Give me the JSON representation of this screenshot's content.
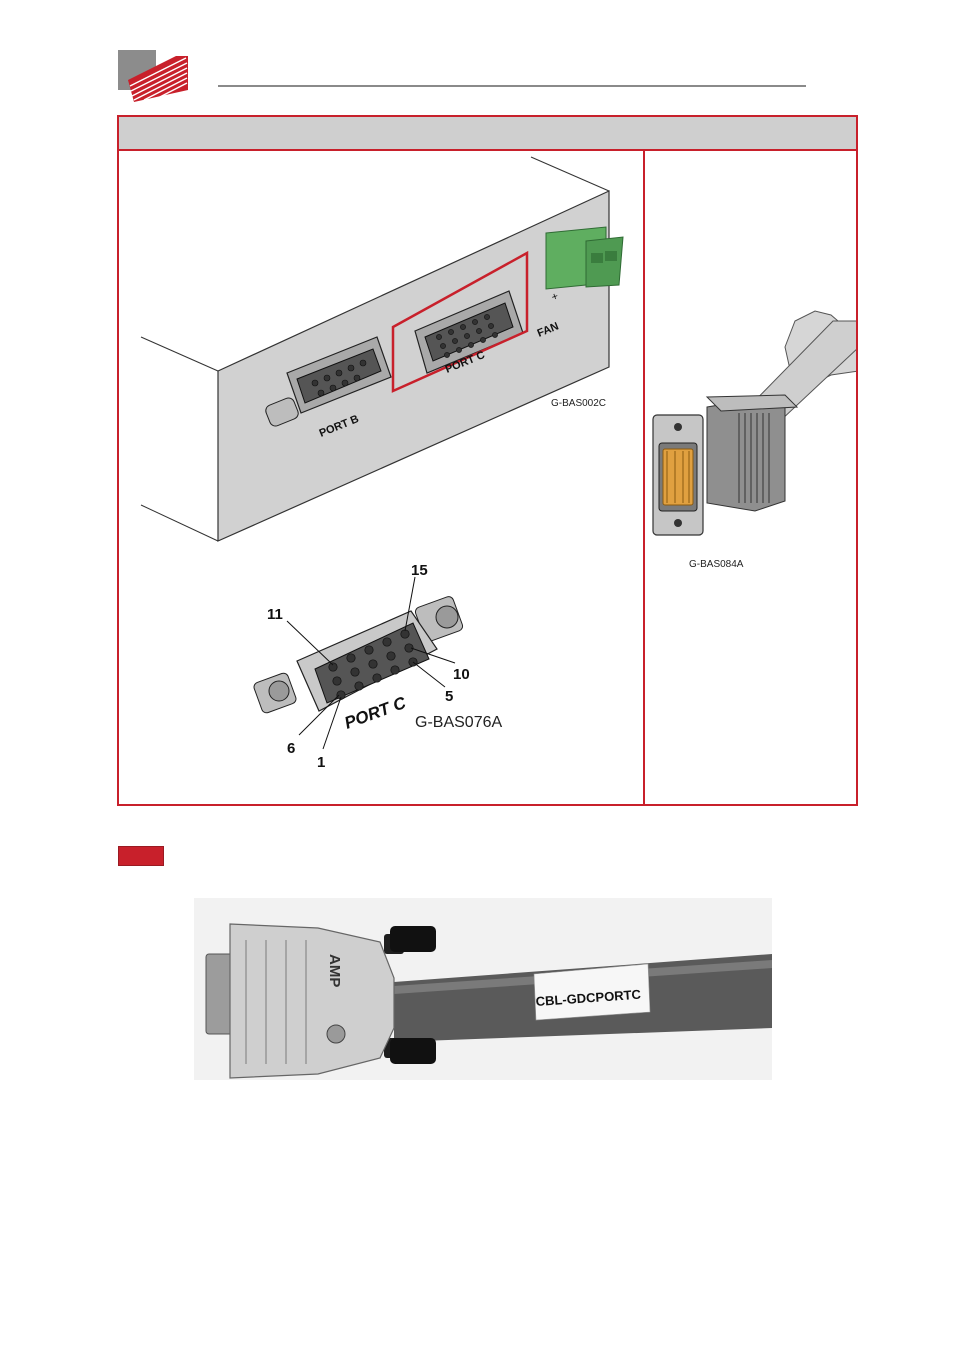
{
  "figures": {
    "port_view": {
      "caption": "G-BAS002C",
      "labels": {
        "port_b": "PORT B",
        "port_c": "PORT C",
        "fan": "FAN",
        "fan_plus": "+"
      }
    },
    "pinout": {
      "caption": "G-BAS076A",
      "port_label": "PORT C",
      "pins": [
        "15",
        "11",
        "10",
        "5",
        "6",
        "1"
      ]
    },
    "plug": {
      "caption": "G-BAS084A"
    }
  },
  "cable_photo": {
    "brand": "AMP",
    "label": "CBL-GDCPORTC"
  },
  "colors": {
    "accent_red": "#c8202b",
    "header_gray": "#cfcfcf",
    "connector_green": "#5fae60"
  }
}
